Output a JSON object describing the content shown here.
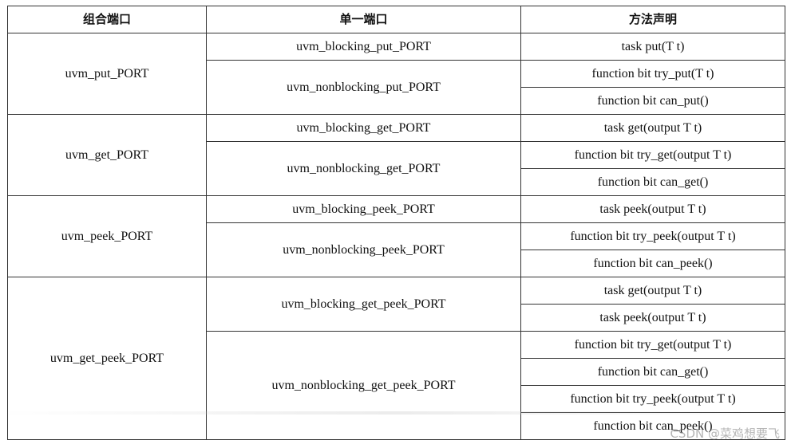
{
  "headers": [
    "组合端口",
    "单一端口",
    "方法声明"
  ],
  "groups": [
    {
      "combo": "uvm_put_PORT",
      "singles": [
        {
          "name": "uvm_blocking_put_PORT",
          "methods": [
            "task put(T t)"
          ]
        },
        {
          "name": "uvm_nonblocking_put_PORT",
          "methods": [
            "function bit try_put(T t)",
            "function bit can_put()"
          ]
        }
      ]
    },
    {
      "combo": "uvm_get_PORT",
      "singles": [
        {
          "name": "uvm_blocking_get_PORT",
          "methods": [
            "task get(output T t)"
          ]
        },
        {
          "name": "uvm_nonblocking_get_PORT",
          "methods": [
            "function bit try_get(output T t)",
            "function bit can_get()"
          ]
        }
      ]
    },
    {
      "combo": "uvm_peek_PORT",
      "singles": [
        {
          "name": "uvm_blocking_peek_PORT",
          "methods": [
            "task peek(output T t)"
          ]
        },
        {
          "name": "uvm_nonblocking_peek_PORT",
          "methods": [
            "function bit try_peek(output T t)",
            "function bit can_peek()"
          ]
        }
      ]
    },
    {
      "combo": "uvm_get_peek_PORT",
      "singles": [
        {
          "name": "uvm_blocking_get_peek_PORT",
          "methods": [
            "task get(output T t)",
            "task peek(output T t)"
          ]
        },
        {
          "name": "uvm_nonblocking_get_peek_PORT",
          "methods": [
            "function bit try_get(output T t)",
            "function bit can_get()",
            "function bit try_peek(output T t)",
            "function bit can_peek()"
          ]
        }
      ]
    }
  ],
  "watermark": "CSDN @菜鸡想要飞"
}
